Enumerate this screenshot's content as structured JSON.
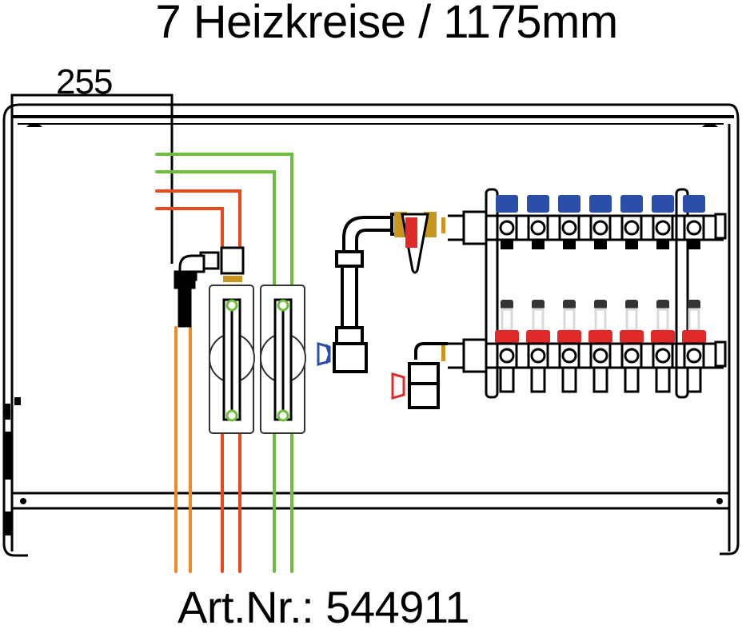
{
  "title": "7 Heizkreise / 1175mm",
  "dimension_label": "255",
  "article_number": "Art.Nr.: 544911",
  "circuit_count": 7,
  "colors": {
    "line": "#000000",
    "pipe_green": "#6cbf3a",
    "pipe_red": "#e84a1e",
    "pipe_orange": "#f08a24",
    "cap_blue": "#2b4fa8",
    "cap_red": "#e02a2a",
    "brass": "#c9961f",
    "flowmeter_gray": "#d9d9d9",
    "dark_gray": "#333333"
  }
}
